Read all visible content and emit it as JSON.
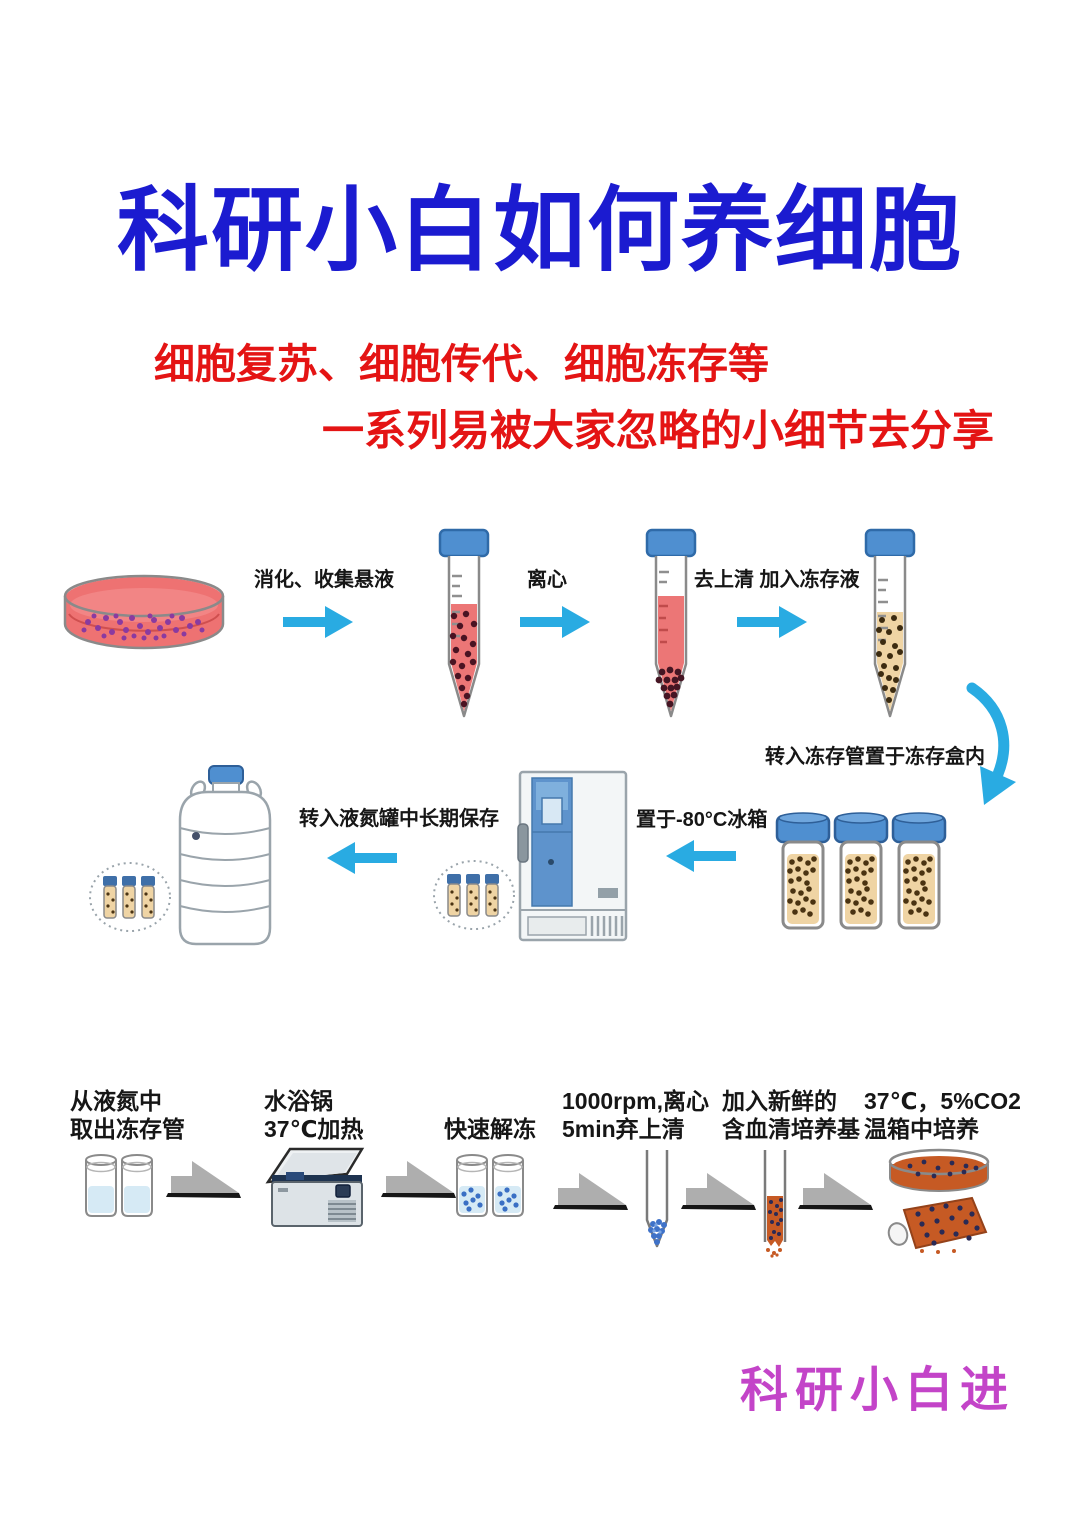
{
  "colors": {
    "title": "#1b1bd0",
    "accent_red": "#e41414",
    "footer_magenta": "#c344c8",
    "arrow_blue": "#29abe2",
    "label_black": "#161616"
  },
  "header": {
    "title": "科研小白如何养细胞",
    "subtitle_line1": "细胞复苏、细胞传代、细胞冻存等",
    "subtitle_line2": "一系列易被大家忽略的小细节去分享"
  },
  "freeze_flow": {
    "digest_label": "消化、收集悬液",
    "centrifuge_label": "离心",
    "supernatant_label": "去上清 加入冻存液",
    "transfer_box_label": "转入冻存管置于冻存盒内",
    "freezer_label": "置于-80°C冰箱",
    "nitrogen_label": "转入液氮罐中长期保存"
  },
  "thaw_flow": {
    "step1_line1": "从液氮中",
    "step1_line2": "取出冻存管",
    "step2_line1": "水浴锅",
    "step2_line2": "37℃加热",
    "step3": "快速解冻",
    "step4_line1": "1000rpm,离心",
    "step4_line2": "5min弃上清",
    "step5_line1": "加入新鲜的",
    "step5_line2": "含血清培养基",
    "step6_line1": "37℃，5%CO2",
    "step6_line2": "温箱中培养"
  },
  "footer": {
    "text": "科研小白进"
  }
}
